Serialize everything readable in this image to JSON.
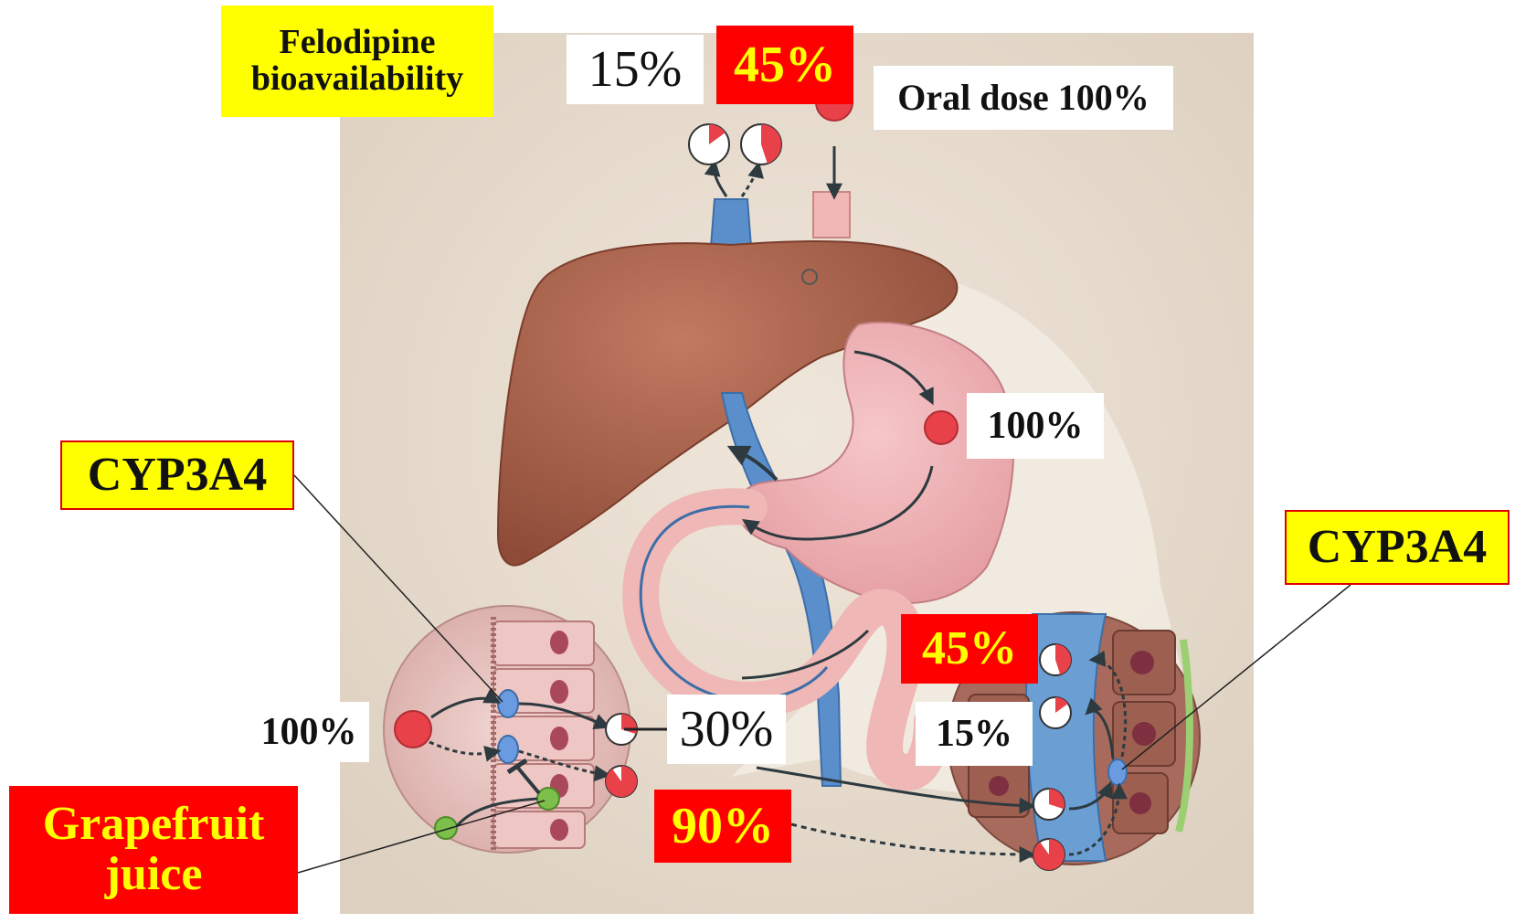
{
  "labels": {
    "felodipine": "Felodipine bioavailability",
    "top_15": "15%",
    "top_45": "45%",
    "oral_dose": "Oral dose 100%",
    "stomach_100": "100%",
    "cyp_left": "CYP3A4",
    "cyp_right": "CYP3A4",
    "liver_45": "45%",
    "liver_15": "15%",
    "intestine_30": "30%",
    "intestine_90": "90%",
    "intestine_100": "100%",
    "grapefruit": "Grapefruit juice"
  },
  "colors": {
    "label_red": "#ff0000",
    "label_yellow": "#ffff00",
    "drug_red": "#e8414a",
    "vessel_blue": "#5b8fcc",
    "liver_brown": "#a8614a",
    "stomach_pink": "#f1b1b5",
    "grapefruit_green": "#7cbf4a",
    "enzyme_blue": "#6a9be0",
    "background_panel": "#e7ddd0"
  },
  "icons": [
    "liver-icon",
    "stomach-icon",
    "intestine-icon",
    "portal-vein-icon",
    "drug-molecule-icon",
    "metabolized-fraction-icon",
    "enzyme-icon",
    "grapefruit-molecule-icon"
  ]
}
